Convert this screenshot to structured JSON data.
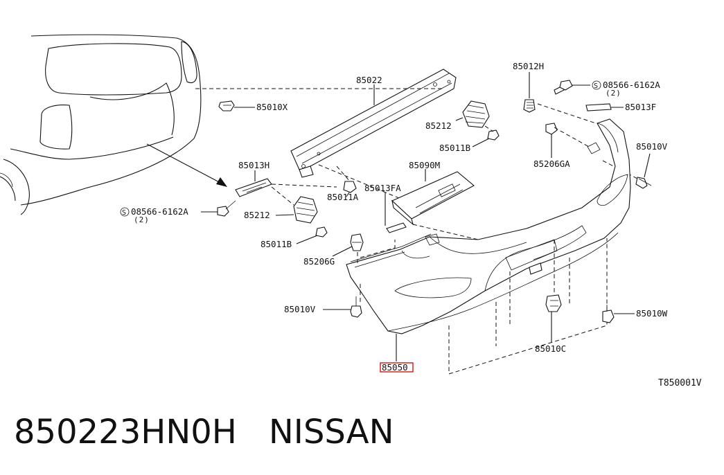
{
  "labels": {
    "p85022": "85022",
    "p85010X": "85010X",
    "p85012H": "85012H",
    "p08566_right": "08566-6162A",
    "p08566_right_qty": "(2)",
    "p85013F": "85013F",
    "p85212_top": "85212",
    "p85011B_top": "85011B",
    "p85010V_right": "85010V",
    "p85206GA": "85206GA",
    "p85013H": "85013H",
    "p85090M": "85090M",
    "p85013FA": "85013FA",
    "p85011A": "85011A",
    "p08566_left": "08566-6162A",
    "p08566_left_qty": "(2)",
    "p85212_left": "85212",
    "p85011B_left": "85011B",
    "p85206G": "85206G",
    "p85010V_left": "85010V",
    "p85010W": "85010W",
    "p85010C": "85010C",
    "p85050": "85050",
    "s_symbol": "S",
    "diagram_code": "T850001V"
  },
  "caption": {
    "part_number": "850223HN0H",
    "brand": "NISSAN"
  },
  "colors": {
    "line": "#111111",
    "highlight_box": "#e0201b",
    "background": "#ffffff"
  }
}
